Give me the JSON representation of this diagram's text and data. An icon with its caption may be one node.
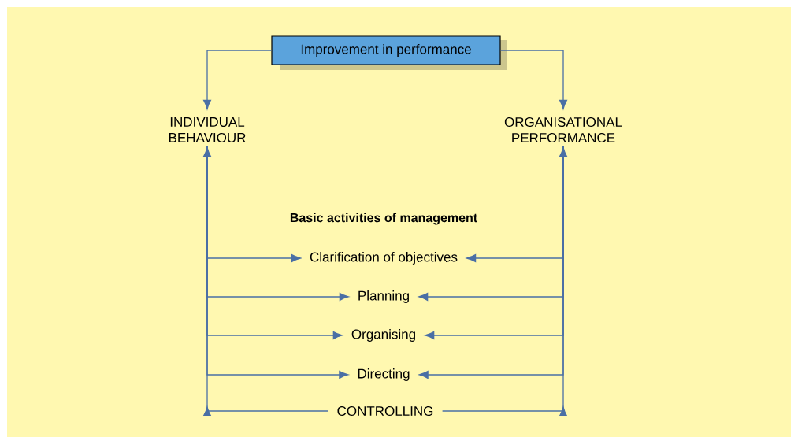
{
  "diagram": {
    "nodes": [
      {
        "text": [
          "Improvement in performance"
        ]
      },
      {
        "text": [
          "INDIVIDUAL BEHAVIOUR"
        ]
      },
      {
        "text": [
          "ORGANISATIONAL PERFORMANCE"
        ]
      },
      {
        "text": [
          "Clarification of objectives"
        ]
      },
      {
        "text": [
          "Planning"
        ]
      },
      {
        "text": [
          "Organising"
        ]
      },
      {
        "text": [
          "Directing"
        ]
      },
      {
        "text": [
          "CONTROLLING"
        ]
      }
    ],
    "edges": [
      {
        "from": 0,
        "to": 1,
        "arrow": "to"
      },
      {
        "from": 0,
        "to": 2,
        "arrow": "to"
      },
      {
        "from": 1,
        "to": 3,
        "arrow": "to"
      },
      {
        "from": 2,
        "to": 3,
        "arrow": "to"
      },
      {
        "from": 1,
        "to": 4,
        "arrow": "to"
      },
      {
        "from": 2,
        "to": 4,
        "arrow": "to"
      },
      {
        "from": 1,
        "to": 5,
        "arrow": "to"
      },
      {
        "from": 2,
        "to": 5,
        "arrow": "to"
      },
      {
        "from": 1,
        "to": 6,
        "arrow": "to"
      },
      {
        "from": 2,
        "to": 6,
        "arrow": "to"
      },
      {
        "from": 7,
        "to": 1,
        "arrow": "to"
      },
      {
        "from": 7,
        "to": 2,
        "arrow": "to"
      }
    ],
    "labels": [
      "Basic activities of management"
    ]
  }
}
